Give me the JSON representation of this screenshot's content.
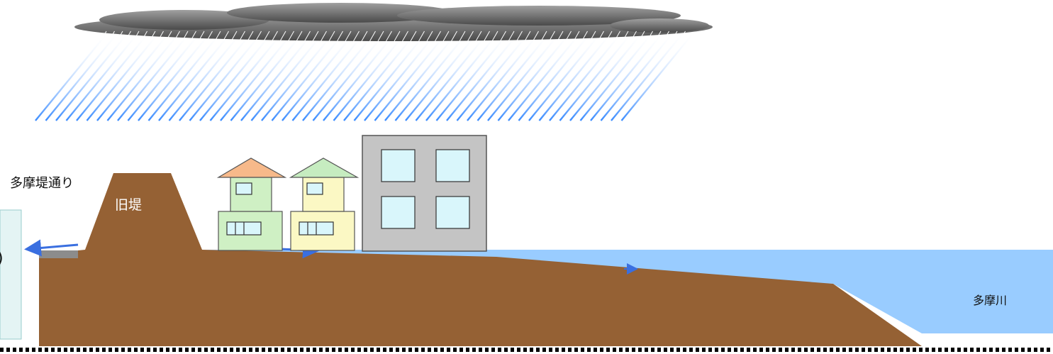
{
  "labels": {
    "road": "多摩堤通り",
    "old_levee": "旧堤",
    "river": "多摩川",
    "left_panel_char": ")"
  },
  "colors": {
    "ground": "#956134",
    "water": "#99ccff",
    "cloud": "#6e6e6e",
    "rain": "#3b8cff",
    "arrow": "#3a6fe0",
    "house1_roof": "#f7b98a",
    "house1_body": "#cff0c4",
    "house2_roof": "#c6ecc0",
    "house2_body": "#fbf8c4",
    "building": "#c4c4c4",
    "window": "#d9f6fb",
    "left_panel": "#e4f4f4"
  },
  "icons": [
    "rain-cloud-icon",
    "house-icon",
    "building-icon",
    "flow-arrow-icon"
  ]
}
